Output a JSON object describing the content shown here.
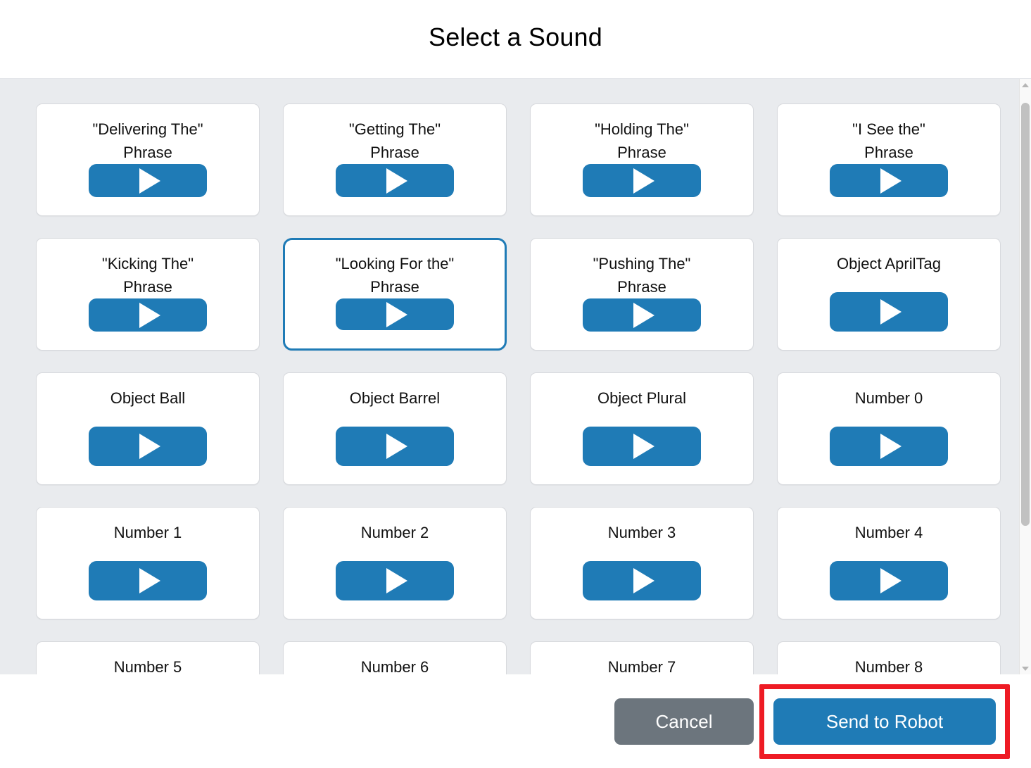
{
  "header": {
    "title": "Select a Sound"
  },
  "grid": {
    "cards": [
      {
        "label": "\"Delivering The\"\nPhrase",
        "selected": false,
        "play_icon": "play-icon",
        "clipped": false
      },
      {
        "label": "\"Getting The\"\nPhrase",
        "selected": false,
        "play_icon": "play-icon",
        "clipped": false
      },
      {
        "label": "\"Holding The\"\nPhrase",
        "selected": false,
        "play_icon": "play-icon",
        "clipped": false
      },
      {
        "label": "\"I See the\"\nPhrase",
        "selected": false,
        "play_icon": "play-icon",
        "clipped": false
      },
      {
        "label": "\"Kicking The\"\nPhrase",
        "selected": false,
        "play_icon": "play-icon",
        "clipped": false
      },
      {
        "label": "\"Looking For the\"\nPhrase",
        "selected": true,
        "play_icon": "play-icon",
        "clipped": false
      },
      {
        "label": "\"Pushing The\"\nPhrase",
        "selected": false,
        "play_icon": "play-icon",
        "clipped": false
      },
      {
        "label": "Object AprilTag",
        "selected": false,
        "play_icon": "play-icon",
        "clipped": false
      },
      {
        "label": "Object Ball",
        "selected": false,
        "play_icon": "play-icon",
        "clipped": false
      },
      {
        "label": "Object Barrel",
        "selected": false,
        "play_icon": "play-icon",
        "clipped": false
      },
      {
        "label": "Object Plural",
        "selected": false,
        "play_icon": "play-icon",
        "clipped": false
      },
      {
        "label": "Number 0",
        "selected": false,
        "play_icon": "play-icon",
        "clipped": false
      },
      {
        "label": "Number 1",
        "selected": false,
        "play_icon": "play-icon",
        "clipped": false
      },
      {
        "label": "Number 2",
        "selected": false,
        "play_icon": "play-icon",
        "clipped": false
      },
      {
        "label": "Number 3",
        "selected": false,
        "play_icon": "play-icon",
        "clipped": false
      },
      {
        "label": "Number 4",
        "selected": false,
        "play_icon": "play-icon",
        "clipped": false
      },
      {
        "label": "Number 5",
        "selected": false,
        "play_icon": "play-icon",
        "clipped": true
      },
      {
        "label": "Number 6",
        "selected": false,
        "play_icon": "play-icon",
        "clipped": true
      },
      {
        "label": "Number 7",
        "selected": false,
        "play_icon": "play-icon",
        "clipped": true
      },
      {
        "label": "Number 8",
        "selected": false,
        "play_icon": "play-icon",
        "clipped": true
      }
    ]
  },
  "scrollbar": {
    "up_arrow_icon": "scroll-up-arrow-icon",
    "down_arrow_icon": "scroll-down-arrow-icon",
    "thumb_top_pct": 2,
    "thumb_height_pct": 71
  },
  "footer": {
    "cancel_label": "Cancel",
    "send_label": "Send to Robot",
    "highlight_color": "#ee1b24"
  },
  "colors": {
    "accent_blue": "#1f7bb6",
    "cancel_gray": "#6c757d",
    "body_background": "#e9ebee",
    "card_background": "#ffffff",
    "card_border": "#d7d9dd",
    "highlight_red": "#ee1b24"
  }
}
